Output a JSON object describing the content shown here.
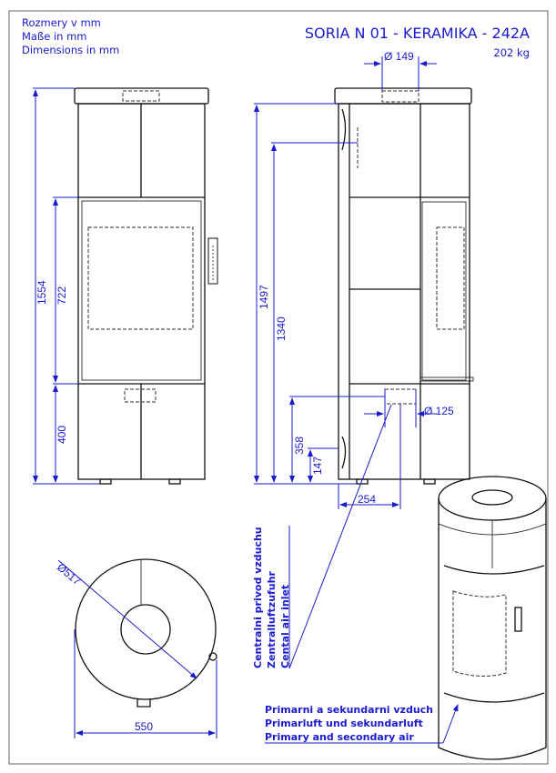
{
  "header": {
    "units": [
      "Rozmery v mm",
      "Maße in mm",
      "Dimensions in mm"
    ],
    "title": "SORIA N 01 - KERAMIKA - 242A",
    "weight": "202 kg"
  },
  "front_view": {
    "dims": {
      "total_height": "1554",
      "door_height": "722",
      "lower_height": "400"
    }
  },
  "side_view": {
    "dims": {
      "flue_diameter": "Ø 149",
      "height_to_flue_top": "1497",
      "height_to_rear_flue": "1340",
      "air_inlet_diameter": "Ø 125",
      "air_inlet_height": "358",
      "air_inlet_low": "147",
      "air_inlet_depth": "254"
    }
  },
  "top_view": {
    "dims": {
      "diameter": "Ø517",
      "width": "550"
    }
  },
  "notes": {
    "central_air": [
      "Centralni privod vzduchu",
      "Zentralluftzufuhr",
      "Cental air inlet"
    ],
    "primary_air": [
      "Primarni a sekundarni vzduch",
      "Primarluft und sekundarluft",
      "Primary and secondary air"
    ]
  },
  "colors": {
    "annotation": "#1a1ad0",
    "lines": "#111111"
  }
}
